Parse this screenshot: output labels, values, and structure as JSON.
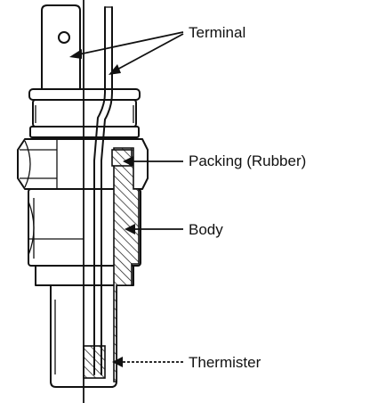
{
  "labels": {
    "terminal": "Terminal",
    "packing": "Packing (Rubber)",
    "body": "Body",
    "thermister": "Thermister"
  },
  "colors": {
    "line": "#111111",
    "background": "#ffffff"
  }
}
